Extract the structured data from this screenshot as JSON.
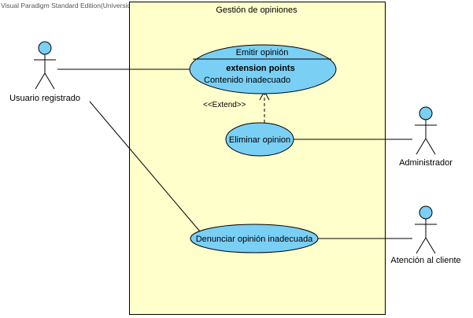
{
  "watermark": "Visual Paradigm Standard Edition(Universidad Granada)",
  "system": {
    "title": "Gestión de opiniones"
  },
  "actors": {
    "usuario": "Usuario registrado",
    "administrador": "Administrador",
    "atencion": "Atención al cliente"
  },
  "use_cases": {
    "emitir": {
      "title": "Emitir opinión",
      "ext_heading": "extension points",
      "ext_point": "Contenido inadecuado"
    },
    "eliminar": "Eliminar opinion",
    "denunciar": "Denunciar opinión inadecuada"
  },
  "relations": {
    "extend_label": "<<Extend>>"
  },
  "colors": {
    "system_fill": "#ffffcc",
    "use_case_fill": "#7acff5",
    "actor_fill": "#7acff5",
    "line": "#000000"
  }
}
